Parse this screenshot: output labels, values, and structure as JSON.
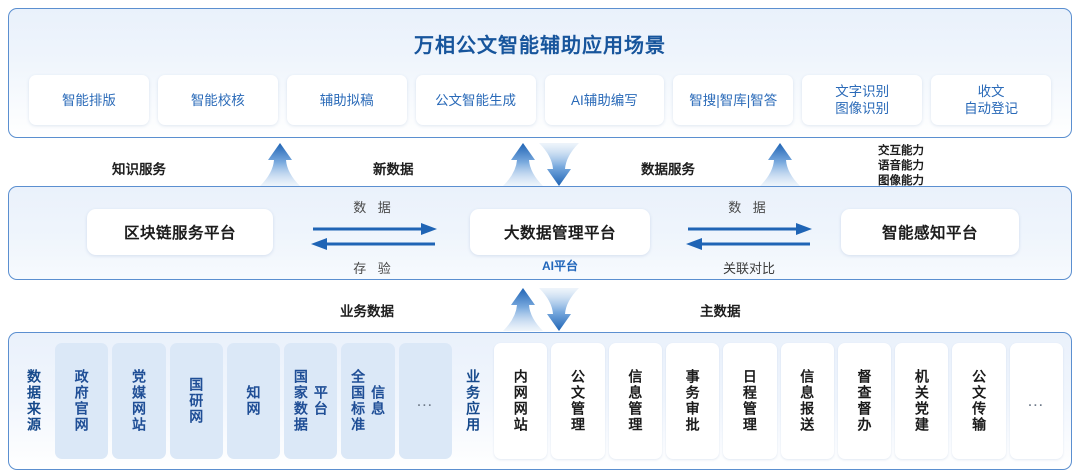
{
  "scenes": {
    "title": "万相公文智能辅助应用场景",
    "cards": [
      {
        "lines": [
          "智能排版"
        ]
      },
      {
        "lines": [
          "智能校核"
        ]
      },
      {
        "lines": [
          "辅助拟稿"
        ]
      },
      {
        "lines": [
          "公文智能生成"
        ]
      },
      {
        "lines": [
          "AI辅助编写"
        ]
      },
      {
        "lines": [
          "智搜|智库|智答"
        ]
      },
      {
        "lines": [
          "文字识别",
          "图像识别"
        ]
      },
      {
        "lines": [
          "收文",
          "自动登记"
        ]
      }
    ]
  },
  "flow_top": {
    "knowledge_service": "知识服务",
    "new_data": "新数据",
    "data_service": "数据服务",
    "capabilities": [
      "交互能力",
      "语音能力",
      "图像能力"
    ]
  },
  "platform": {
    "blockchain": "区块链服务平台",
    "bigdata": "大数据管理平台",
    "bigdata_sub": "AI平台",
    "perception": "智能感知平台",
    "exchange_left": {
      "top": "数 据",
      "bottom": "存 验"
    },
    "exchange_right": {
      "top": "数 据",
      "bottom": "关联对比"
    }
  },
  "flow_bottom": {
    "business_data": "业务数据",
    "master_data": "主数据"
  },
  "sources": {
    "heading": "数据来源",
    "items": [
      {
        "text": "政府官网",
        "style": "single"
      },
      {
        "text": "党媒网站",
        "style": "single"
      },
      {
        "text": "国研网",
        "style": "single"
      },
      {
        "text": "知网",
        "style": "single"
      },
      {
        "col1": "国家数据",
        "col2": "平台",
        "style": "double"
      },
      {
        "col1": "全国标准",
        "col2": "信息",
        "style": "double"
      },
      {
        "text": "…",
        "style": "ellipsis"
      }
    ]
  },
  "applications": {
    "heading": "业务应用",
    "items": [
      {
        "text": "内网网站"
      },
      {
        "text": "公文管理"
      },
      {
        "text": "信息管理"
      },
      {
        "text": "事务审批"
      },
      {
        "text": "日程管理"
      },
      {
        "text": "信息报送"
      },
      {
        "text": "督查督办"
      },
      {
        "text": "机关党建"
      },
      {
        "text": "公文传输"
      },
      {
        "text": "…",
        "style": "ellipsis"
      }
    ]
  },
  "colors": {
    "accent_blue": "#2a6ab8",
    "title_blue": "#17559c",
    "panel_border": "#5b8fd0",
    "source_card_bg": "#dbe8f7",
    "arrow_blue": "#1f64b5"
  }
}
